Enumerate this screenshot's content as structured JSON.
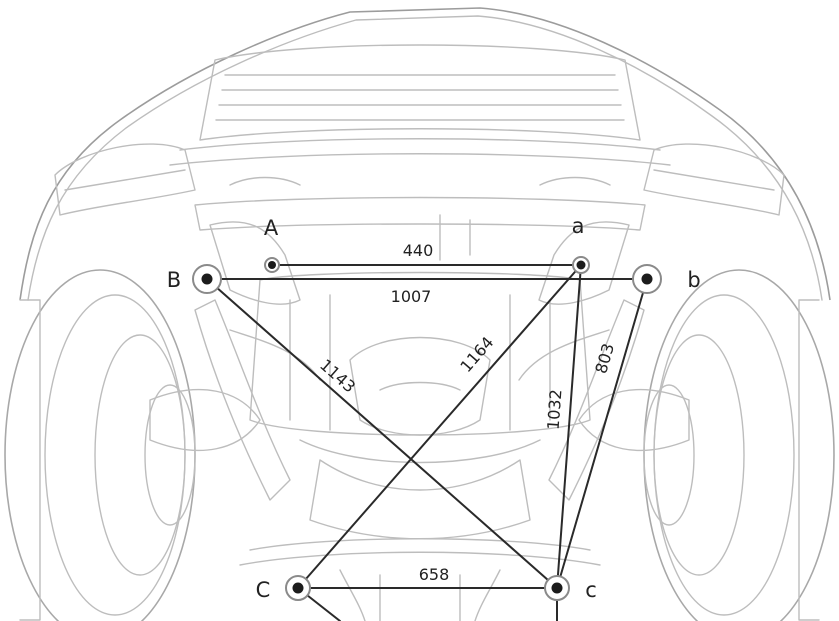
{
  "points": [
    {
      "id": "A",
      "label": "A"
    },
    {
      "id": "a",
      "label": "a"
    },
    {
      "id": "B",
      "label": "B"
    },
    {
      "id": "b",
      "label": "b"
    },
    {
      "id": "C",
      "label": "C"
    },
    {
      "id": "c",
      "label": "c"
    }
  ],
  "measurements": [
    {
      "id": "A-a",
      "from": "A",
      "to": "a",
      "value": "440"
    },
    {
      "id": "B-b",
      "from": "B",
      "to": "b",
      "value": "1007"
    },
    {
      "id": "B-c",
      "from": "B",
      "to": "c",
      "value": "1143"
    },
    {
      "id": "a-C",
      "from": "a",
      "to": "C",
      "value": "1164"
    },
    {
      "id": "a-c",
      "from": "a",
      "to": "c",
      "value": "1032"
    },
    {
      "id": "b-c",
      "from": "b",
      "to": "c",
      "value": "803"
    },
    {
      "id": "C-c",
      "from": "C",
      "to": "c",
      "value": "658"
    }
  ],
  "colors": {
    "line": "#2a2a2a",
    "outline": "#bdbdbd",
    "background": "#ffffff"
  }
}
